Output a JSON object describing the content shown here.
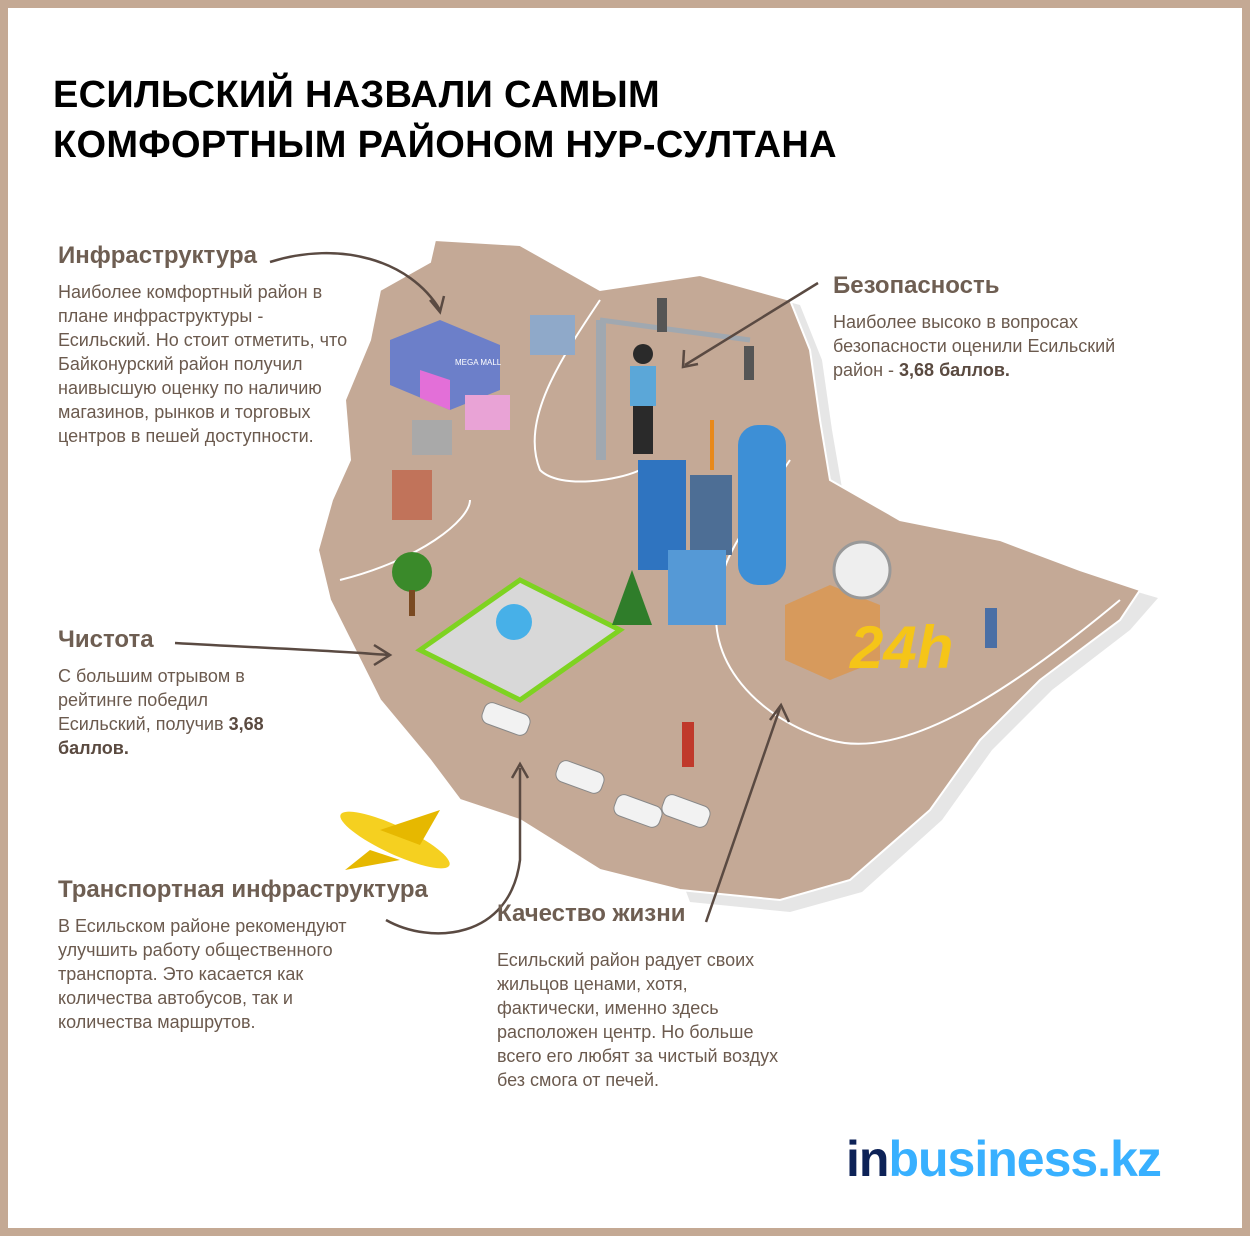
{
  "title": {
    "line1": "ЕСИЛЬСКИЙ НАЗВАЛИ САМЫМ",
    "line2": "КОМФОРТНЫМ РАЙОНОМ НУР-СУЛТАНА"
  },
  "sections": {
    "infrastructure": {
      "heading": "Инфраструктура",
      "text": "Наиболее комфортный район в плане инфраструктуры - Есильский. Но стоит отметить, что Байконурский район получил наивысшую оценку по наличию магазинов, рынков и торговых центров в пешей доступности."
    },
    "safety": {
      "heading": "Безопасность",
      "text": "Наиболее высоко в вопросах безопасности оценили Есильский район - ",
      "score": "3,68 баллов."
    },
    "cleanliness": {
      "heading": "Чистота",
      "text": "С большим отрывом в рейтинге победил Есильский, получив ",
      "score": "3,68 баллов."
    },
    "transport": {
      "heading": "Транспортная инфраструктура",
      "text": "В Есильском районе рекомендуют улучшить работу общественного транспорта. Это касается как количества автобусов, так и количества маршрутов."
    },
    "quality": {
      "heading": "Качество жизни",
      "text": "Есильский район радует своих жильцов ценами, хотя, фактически, именно здесь расположен центр. Но больше всего его любят за чистый воздух без смога от печей."
    }
  },
  "map": {
    "illustration_labels": {
      "mall": "MEGA MALL",
      "delivery": "24h"
    }
  },
  "logo": {
    "part1": "in",
    "part2": "business.kz"
  },
  "colors": {
    "frame": "#c4a994",
    "map": "#c4a996",
    "heading": "#6e5e52",
    "logo_dark": "#0d2257",
    "logo_light": "#38b0ff"
  }
}
